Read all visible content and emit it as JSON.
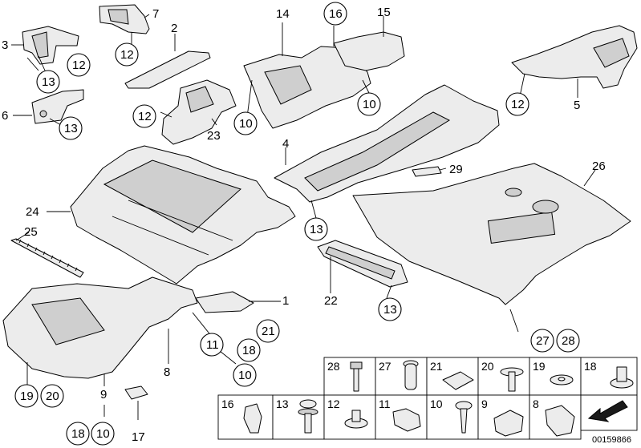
{
  "diagram": {
    "callouts": [
      {
        "id": "c-1",
        "label": "1",
        "circled": false
      },
      {
        "id": "c-2",
        "label": "2",
        "circled": false
      },
      {
        "id": "c-3",
        "label": "3",
        "circled": false
      },
      {
        "id": "c-4",
        "label": "4",
        "circled": false
      },
      {
        "id": "c-5",
        "label": "5",
        "circled": false
      },
      {
        "id": "c-6",
        "label": "6",
        "circled": false
      },
      {
        "id": "c-7",
        "label": "7",
        "circled": false
      },
      {
        "id": "c-8",
        "label": "8",
        "circled": false
      },
      {
        "id": "c-9",
        "label": "9",
        "circled": false
      },
      {
        "id": "c-14",
        "label": "14",
        "circled": false
      },
      {
        "id": "c-15",
        "label": "15",
        "circled": false
      },
      {
        "id": "c-17",
        "label": "17",
        "circled": false
      },
      {
        "id": "c-22",
        "label": "22",
        "circled": false
      },
      {
        "id": "c-23",
        "label": "23",
        "circled": false
      },
      {
        "id": "c-24",
        "label": "24",
        "circled": false
      },
      {
        "id": "c-25",
        "label": "25",
        "circled": false
      },
      {
        "id": "c-26",
        "label": "26",
        "circled": false
      },
      {
        "id": "c-29",
        "label": "29",
        "circled": false
      },
      {
        "id": "r-12a",
        "label": "12",
        "circled": true
      },
      {
        "id": "r-13a",
        "label": "13",
        "circled": true
      },
      {
        "id": "r-13b",
        "label": "13",
        "circled": true
      },
      {
        "id": "r-12b",
        "label": "12",
        "circled": true
      },
      {
        "id": "r-12c",
        "label": "12",
        "circled": true
      },
      {
        "id": "r-16",
        "label": "16",
        "circled": true
      },
      {
        "id": "r-10a",
        "label": "10",
        "circled": true
      },
      {
        "id": "r-10b",
        "label": "10",
        "circled": true
      },
      {
        "id": "r-12d",
        "label": "12",
        "circled": true
      },
      {
        "id": "r-13c",
        "label": "13",
        "circled": true
      },
      {
        "id": "r-13d",
        "label": "13",
        "circled": true
      },
      {
        "id": "r-27",
        "label": "27",
        "circled": true
      },
      {
        "id": "r-28",
        "label": "28",
        "circled": true
      },
      {
        "id": "r-11",
        "label": "11",
        "circled": true
      },
      {
        "id": "r-21",
        "label": "21",
        "circled": true
      },
      {
        "id": "r-18a",
        "label": "18",
        "circled": true
      },
      {
        "id": "r-10c",
        "label": "10",
        "circled": true
      },
      {
        "id": "r-19",
        "label": "19",
        "circled": true
      },
      {
        "id": "r-20",
        "label": "20",
        "circled": true
      },
      {
        "id": "r-18b",
        "label": "18",
        "circled": true
      },
      {
        "id": "r-10d",
        "label": "10",
        "circled": true
      }
    ],
    "legend_cells": [
      {
        "label": "28",
        "icon": "hex-bolt-icon"
      },
      {
        "label": "27",
        "icon": "expanding-rivet-icon"
      },
      {
        "label": "21",
        "icon": "square-plate-icon"
      },
      {
        "label": "20",
        "icon": "push-clip-icon"
      },
      {
        "label": "19",
        "icon": "washer-icon"
      },
      {
        "label": "18",
        "icon": "plastic-nut-icon"
      },
      {
        "label": "16",
        "icon": "clip-nut-icon"
      },
      {
        "label": "13",
        "icon": "flange-bolt-icon"
      },
      {
        "label": "12",
        "icon": "collar-nut-icon"
      },
      {
        "label": "11",
        "icon": "spring-clip-icon"
      },
      {
        "label": "10",
        "icon": "self-tapping-screw-icon"
      },
      {
        "label": "9",
        "icon": "square-nut-icon"
      },
      {
        "label": "8",
        "icon": "cable-clip-icon"
      },
      {
        "label": "",
        "icon": "arrow-pointer-icon"
      }
    ],
    "document_id": "00159866"
  }
}
